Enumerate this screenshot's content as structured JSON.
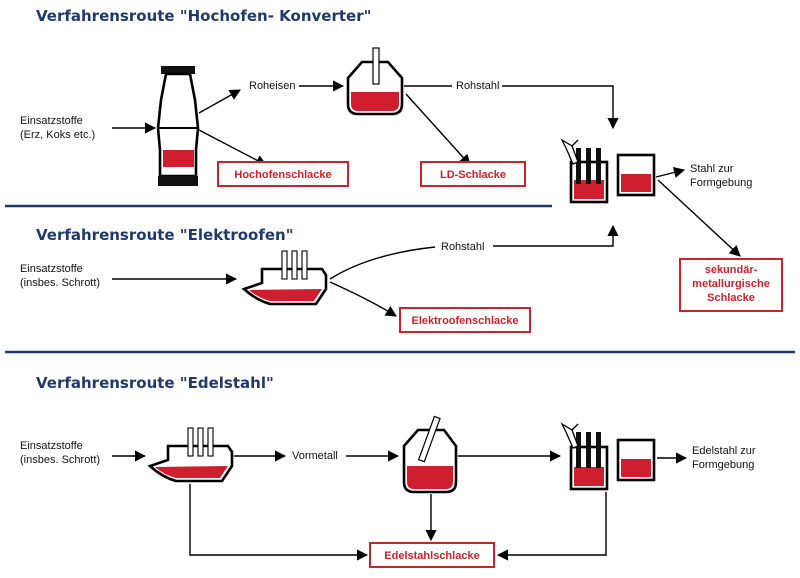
{
  "routes": {
    "route1_title": "Verfahrensroute \"Hochofen- Konverter\"",
    "route2_title": "Verfahrensroute \"Elektroofen\"",
    "route3_title": "Verfahrensroute \"Edelstahl\""
  },
  "labels": {
    "input1_line1": "Einsatzstoffe",
    "input1_line2": "(Erz, Koks etc.)",
    "roheisen": "Roheisen",
    "rohstahl1": "Rohstahl",
    "input2_line1": "Einsatzstoffe",
    "input2_line2": "(insbes. Schrott)",
    "rohstahl2": "Rohstahl",
    "output1_line1": "Stahl zur",
    "output1_line2": "Formgebung",
    "input3_line1": "Einsatzstoffe",
    "input3_line2": "(insbes. Schrott)",
    "vormetall": "Vormetall",
    "output3_line1": "Edelstahl zur",
    "output3_line2": "Formgebung"
  },
  "slags": {
    "hochofen": "Hochofenschlacke",
    "ld": "LD-Schlacke",
    "elektroofen": "Elektroofenschlacke",
    "secondary_line1": "sekundär-",
    "secondary_line2": "metallurgische",
    "secondary_line3": "Schlacke",
    "edelstahl": "Edelstahlschlacke"
  },
  "colors": {
    "title": "#1f3a68",
    "melt": "#cf1f2e",
    "slag_border": "#d0202a",
    "separator": "#1f3a68"
  }
}
